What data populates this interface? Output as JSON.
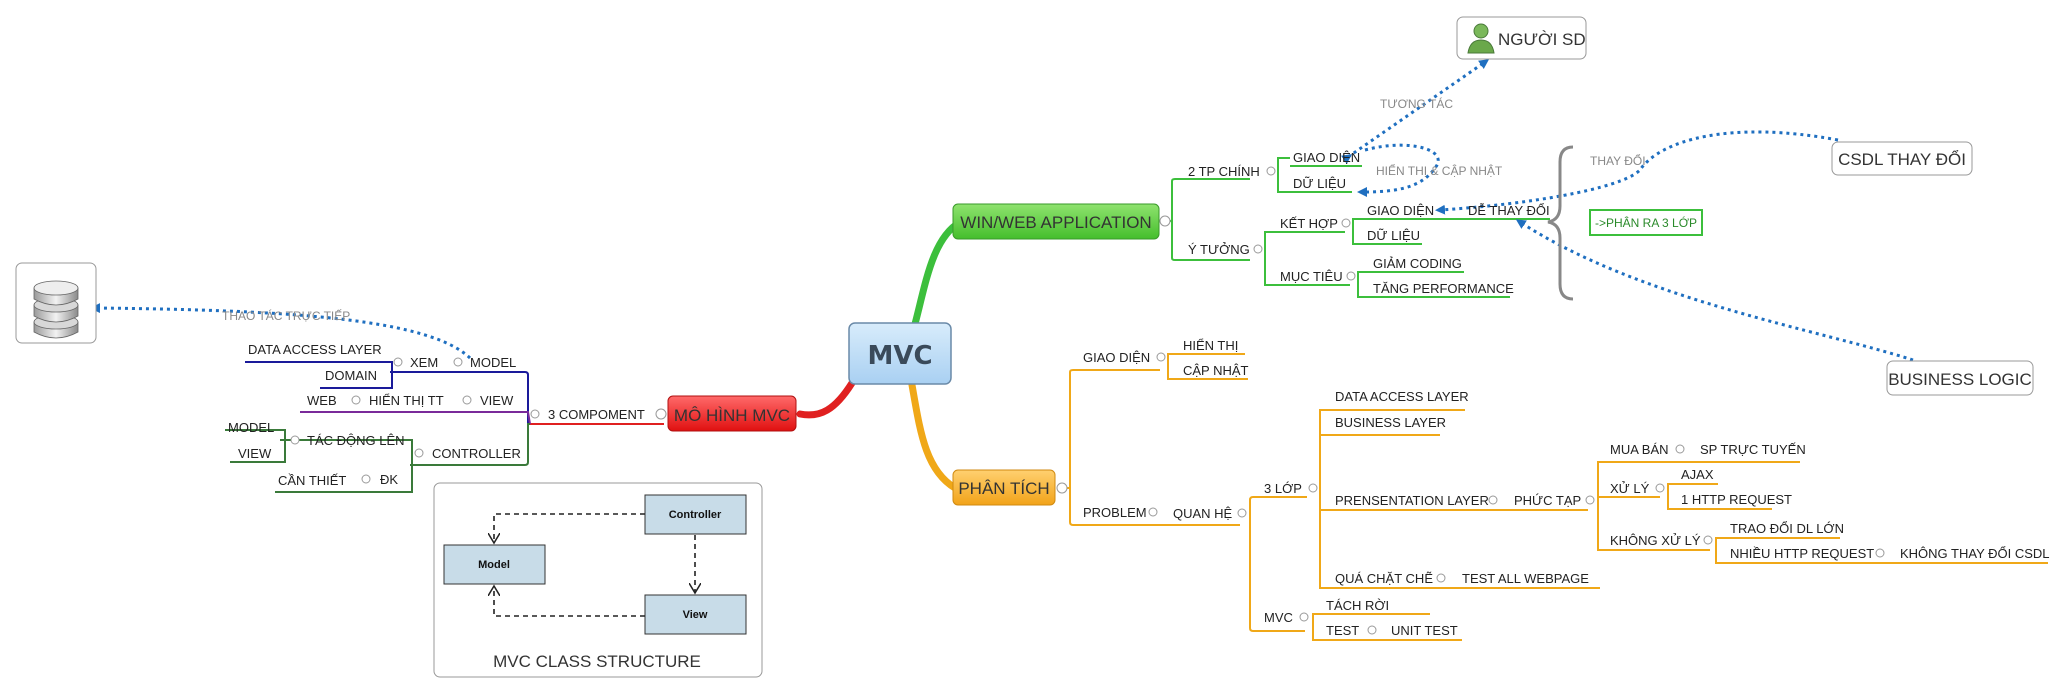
{
  "central": "MVC",
  "main_topics": {
    "win_web": "WIN/WEB APPLICATION",
    "phan_tich": "PHÂN TÍCH",
    "mo_hinh": "MÔ HÌNH MVC"
  },
  "win_web": {
    "tp_chinh": "2 TP CHÍNH",
    "giao_dien": "GIAO DIỆN",
    "du_lieu": "DỮ LIỆU",
    "y_tuong": "Ý TƯỞNG",
    "ket_hop": "KẾT HỢP",
    "kh_giao_dien": "GIAO DIỆN",
    "de_thay_doi": "DỄ THAY ĐỔI",
    "kh_du_lieu": "DỮ LIỆU",
    "muc_tieu": "MỤC TIÊU",
    "giam_coding": "GIẢM CODING",
    "tang_performance": "TĂNG PERFORMANCE"
  },
  "phan_tich": {
    "giao_dien": "GIAO DIỆN",
    "hien_thi": "HIỂN THỊ",
    "cap_nhat": "CẬP NHẬT",
    "problem": "PROBLEM",
    "quan_he": "QUAN HỆ",
    "ba_lop": "3 LỚP",
    "data_access_layer": "DATA ACCESS LAYER",
    "business_layer": "BUSINESS LAYER",
    "presentation_layer": "PRENSENTATION LAYER",
    "phuc_tap": "PHỨC TẠP",
    "mua_ban": "MUA BÁN",
    "sp_truc_tuyen": "SP TRỰC TUYẾN",
    "xu_ly": "XỬ LÝ",
    "ajax": "AJAX",
    "one_http": "1 HTTP REQUEST",
    "khong_xu_ly": "KHÔNG XỬ LÝ",
    "trao_doi": "TRAO ĐỔI DL LỚN",
    "nhieu_http": "NHIỀU HTTP REQUEST",
    "khong_thay_doi": "KHÔNG THAY ĐỔI CSDL",
    "qua_chat_che": "QUÁ CHẶT CHẼ",
    "test_all": "TEST ALL WEBPAGE",
    "mvc": "MVC",
    "tach_roi": "TÁCH RỜI",
    "test": "TEST",
    "unit_test": "UNIT TEST"
  },
  "mo_hinh": {
    "three_compoment": "3 COMPOMENT",
    "model": "MODEL",
    "xem": "XEM",
    "data_access_layer": "DATA ACCESS LAYER",
    "domain": "DOMAIN",
    "view": "VIEW",
    "hien_thi_tt": "HIỂN THỊ TT",
    "web": "WEB",
    "controller": "CONTROLLER",
    "tac_dong_len": "TÁC ĐỘNG LÊN",
    "ctrl_model": "MODEL",
    "ctrl_view": "VIEW",
    "dk": "ĐK",
    "can_thiet": "CẦN THIẾT"
  },
  "floating": {
    "nguoi_sd": "NGƯỜI SD",
    "csdl_thay_doi": "CSDL THAY ĐỔI",
    "business_logic": "BUSINESS LOGIC",
    "phan_ra": "->PHÂN RA 3 LỚP"
  },
  "relationships": {
    "tuong_tac": "TƯƠNG TÁC",
    "hien_thi_cap_nhat": "HIỂN THỊ & CẬP NHẬT",
    "thay_doi": "THAY ĐỔI",
    "thao_tac": "THAO TÁC TRỰC TIẾP"
  },
  "uml": {
    "controller": "Controller",
    "model": "Model",
    "view": "View",
    "title": "MVC CLASS STRUCTURE"
  },
  "colors": {
    "green": "#3cbf3c",
    "orange": "#f0a818",
    "red": "#e02020",
    "blue_rel": "#1f6fc0",
    "navy": "#1a1a9a",
    "purple": "#7a2a9a",
    "darkgreen": "#3a7a3a"
  }
}
